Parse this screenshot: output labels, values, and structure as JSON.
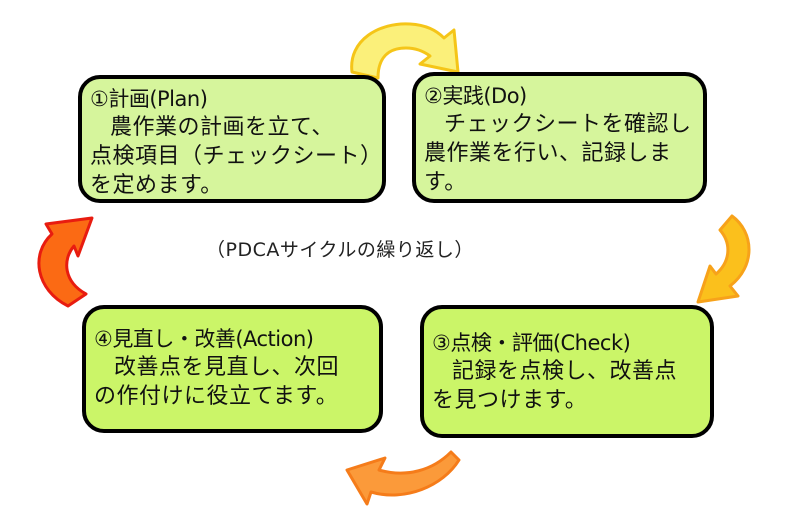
{
  "diagram": {
    "type": "PDCA cycle",
    "center_label": "（PDCAサイクルの繰り返し）",
    "steps": [
      {
        "id": "plan",
        "title": "①計画(Plan)",
        "lines": [
          "農作業の計画を立て、",
          "点検項目（チェックシート）",
          "を定めます。"
        ]
      },
      {
        "id": "do",
        "title": "②実践(Do)",
        "lines": [
          "チェックシートを確認し",
          "農作業を行い、記録しま",
          "す。"
        ]
      },
      {
        "id": "check",
        "title": "③点検・評価(Check)",
        "lines": [
          "記録を点検し、改善点",
          "を見つけます。"
        ]
      },
      {
        "id": "action",
        "title": "④見直し・改善(Action)",
        "lines": [
          "改善点を見直し、次回",
          "の作付けに役立てます。"
        ]
      }
    ],
    "arrows": [
      {
        "from": "plan",
        "to": "do",
        "fill": "#fbf07a",
        "stroke": "#f5c518"
      },
      {
        "from": "do",
        "to": "check",
        "fill": "#fbc01c",
        "stroke": "#f7a21a"
      },
      {
        "from": "check",
        "to": "action",
        "fill": "#fb9a3a",
        "stroke": "#f57c1a"
      },
      {
        "from": "action",
        "to": "plan",
        "fill": "#fb6a14",
        "stroke": "#e81c10"
      }
    ],
    "colors": {
      "box_fill_top": "#d6f59c",
      "box_fill_bottom": "#cbf568",
      "box_border": "#000000"
    }
  }
}
